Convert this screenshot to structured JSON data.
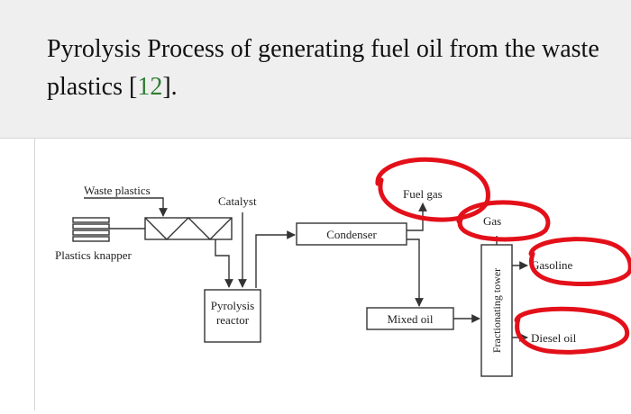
{
  "caption": {
    "text_main": "Pyrolysis Process of generating fuel oil from the waste plastics ",
    "ref_open": "[",
    "ref_number": "12",
    "ref_close": "]."
  },
  "diagram": {
    "labels": {
      "waste_plastics": "Waste plastics",
      "catalyst": "Catalyst",
      "plastics_knapper": "Plastics knapper",
      "pyrolysis_line1": "Pyrolysis",
      "pyrolysis_line2": "reactor",
      "condenser": "Condenser",
      "fuel_gas": "Fuel gas",
      "gas": "Gas",
      "mixed_oil": "Mixed oil",
      "fractionating_tower": "Fractionating tower",
      "gasoline": "Gasoline",
      "diesel_oil": "Diesel oil"
    },
    "colors": {
      "line": "#333333",
      "annotation": "#e3101a"
    }
  }
}
